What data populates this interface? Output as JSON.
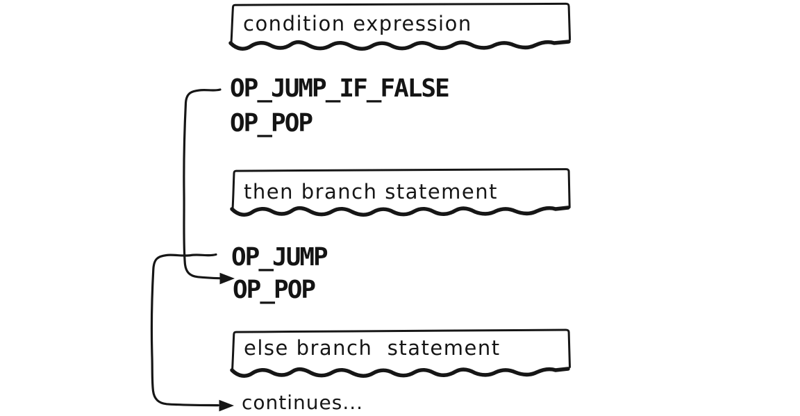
{
  "canvas": {
    "background_color": "#ffffff",
    "ink_color": "#161616"
  },
  "diagram": {
    "boxes": [
      {
        "label": "condition expression"
      },
      {
        "label": "then branch statement"
      },
      {
        "label": "else branch  statement"
      }
    ],
    "opcodes": [
      {
        "label": "OP_JUMP_IF_FALSE"
      },
      {
        "label": "OP_POP"
      },
      {
        "label": "OP_JUMP"
      },
      {
        "label": "OP_POP"
      }
    ],
    "continues_label": "continues...",
    "arrows": [
      {
        "name": "jump-if-false-arrow",
        "from": "OP_JUMP_IF_FALSE",
        "to": "OP_POP"
      },
      {
        "name": "jump-arrow",
        "from": "OP_JUMP",
        "to": "continues..."
      }
    ]
  }
}
